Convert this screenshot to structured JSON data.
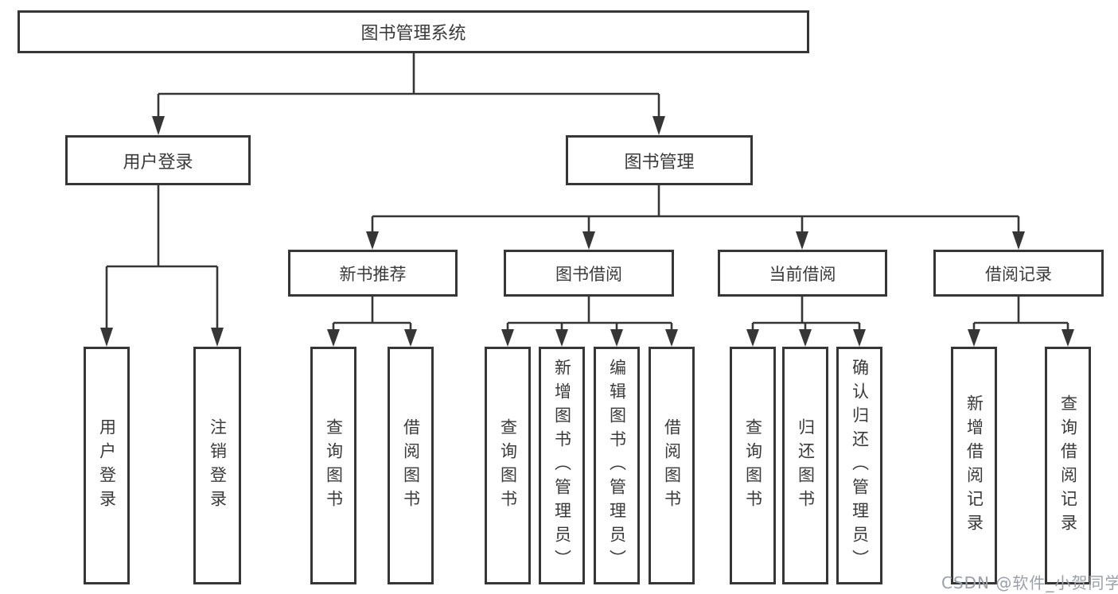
{
  "tree": {
    "root": {
      "label": "图书管理系统",
      "children": [
        {
          "label": "用户登录",
          "children": [
            {
              "label": "用户登录"
            },
            {
              "label": "注销登录"
            }
          ]
        },
        {
          "label": "图书管理",
          "children": [
            {
              "label": "新书推荐",
              "children": [
                {
                  "label": "查询图书"
                },
                {
                  "label": "借阅图书"
                }
              ]
            },
            {
              "label": "图书借阅",
              "children": [
                {
                  "label": "查询图书"
                },
                {
                  "label": "新增图书（管理员）"
                },
                {
                  "label": "编辑图书（管理员）"
                },
                {
                  "label": "借阅图书"
                }
              ]
            },
            {
              "label": "当前借阅",
              "children": [
                {
                  "label": "查询图书"
                },
                {
                  "label": "归还图书"
                },
                {
                  "label": "确认归还（管理员）"
                }
              ]
            },
            {
              "label": "借阅记录",
              "children": [
                {
                  "label": "新增借阅记录"
                },
                {
                  "label": "查询借阅记录"
                }
              ]
            }
          ]
        }
      ]
    }
  },
  "watermark": {
    "text": "CSDN @软件_小贺同学"
  },
  "colors": {
    "line": "#363636",
    "text": "#3a3a3a",
    "watermark": "#9aa0a8",
    "background": "#ffffff"
  }
}
